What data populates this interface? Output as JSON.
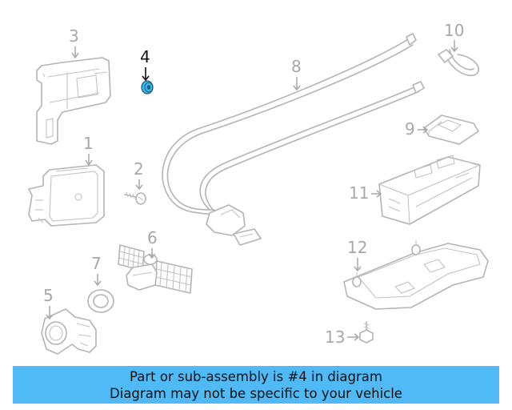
{
  "diagram": {
    "callouts": [
      "1",
      "2",
      "3",
      "4",
      "5",
      "6",
      "7",
      "8",
      "9",
      "10",
      "11",
      "12",
      "13"
    ],
    "highlighted_part": "4",
    "highlight_color": "#3db5e8",
    "line_color": "#b4b4b4"
  },
  "banner": {
    "line1": "Part or sub-assembly is #4 in diagram",
    "line2": "Diagram may not be specific to your vehicle",
    "background": "#4fbaf5"
  }
}
